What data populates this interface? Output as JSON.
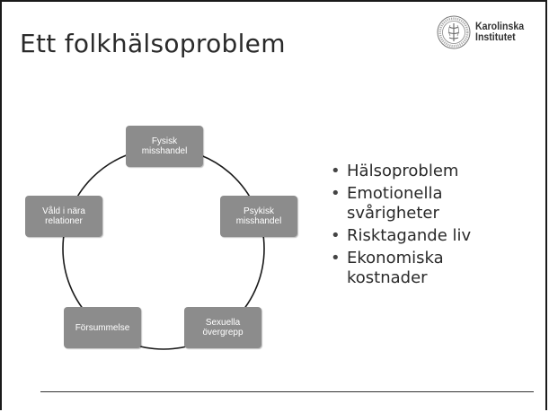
{
  "slide": {
    "title": "Ett folkhälsoproblem",
    "logo": {
      "name": "Karolinska Institutet",
      "line1": "Karolinska",
      "line2": "Institutet",
      "seal_icon": "ki-seal-icon"
    },
    "cycle": {
      "nodes": [
        {
          "label": "Fysisk\nmisshandel"
        },
        {
          "label": "Psykisk\nmisshandel"
        },
        {
          "label": "Sexuella\növergrepp"
        },
        {
          "label": "Försummelse"
        },
        {
          "label": "Våld i nära\nrelationer"
        }
      ],
      "node_color": "#8c8c8c",
      "line_color": "#1a1a1a"
    },
    "bullets": [
      "Hälsoproblem",
      "Emotionella\nsvårigheter",
      "Risktagande liv",
      "Ekonomiska\nkostnader"
    ]
  }
}
